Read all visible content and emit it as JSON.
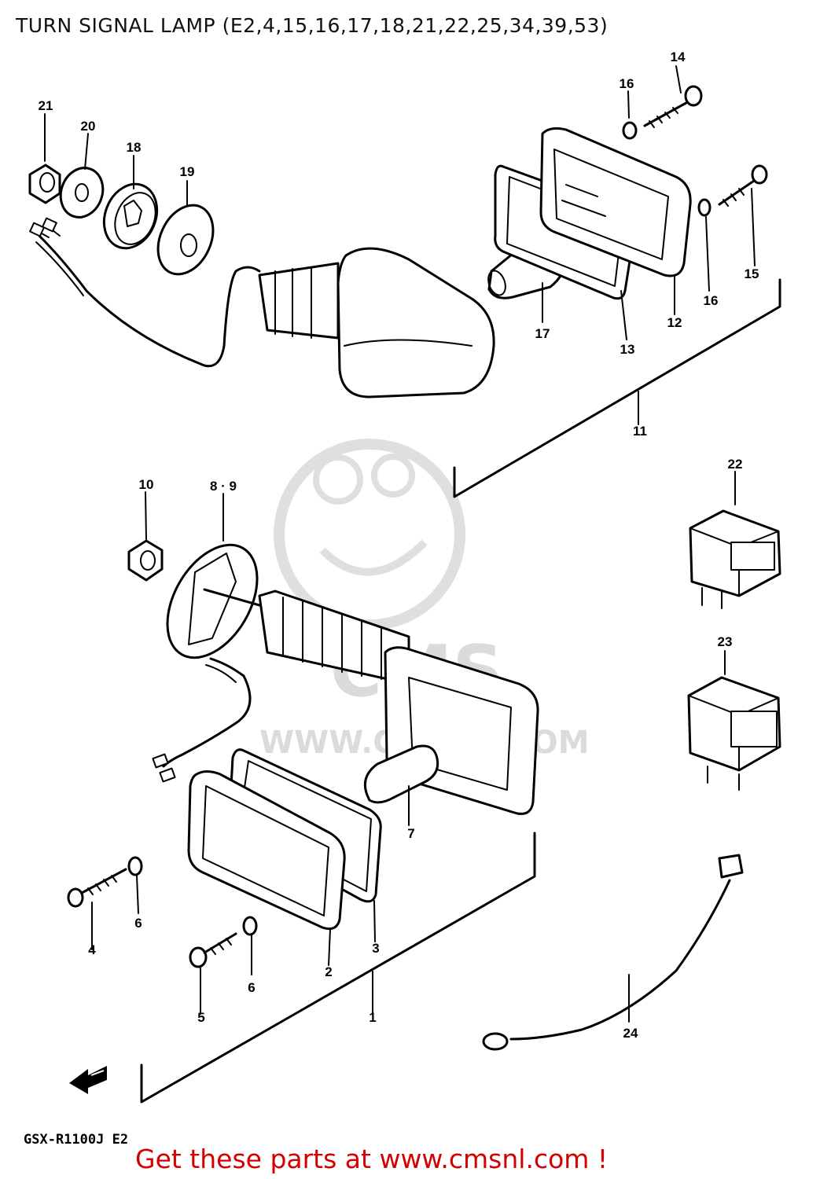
{
  "header": {
    "title": "TURN SIGNAL LAMP (E2,4,15,16,17,18,21,22,25,34,39,53)"
  },
  "watermark": {
    "brand": "CMS",
    "url": "WWW.CMSNL.COM"
  },
  "parts": {
    "p1": "1",
    "p2": "2",
    "p3": "3",
    "p4": "4",
    "p5": "5",
    "p6a": "6",
    "p6b": "6",
    "p7": "7",
    "p8_9": "8 · 9",
    "p10": "10",
    "p11": "11",
    "p12": "12",
    "p13": "13",
    "p14": "14",
    "p15": "15",
    "p16a": "16",
    "p16b": "16",
    "p17": "17",
    "p18": "18",
    "p19": "19",
    "p20": "20",
    "p21": "21",
    "p22": "22",
    "p23": "23",
    "p24": "24"
  },
  "model_code": "GSX-R1100J E2",
  "footer": {
    "cta": "Get these parts at www.cmsnl.com !"
  },
  "colors": {
    "cta": "#d40000",
    "ink": "#000000",
    "watermark": "#d8d8d8"
  }
}
